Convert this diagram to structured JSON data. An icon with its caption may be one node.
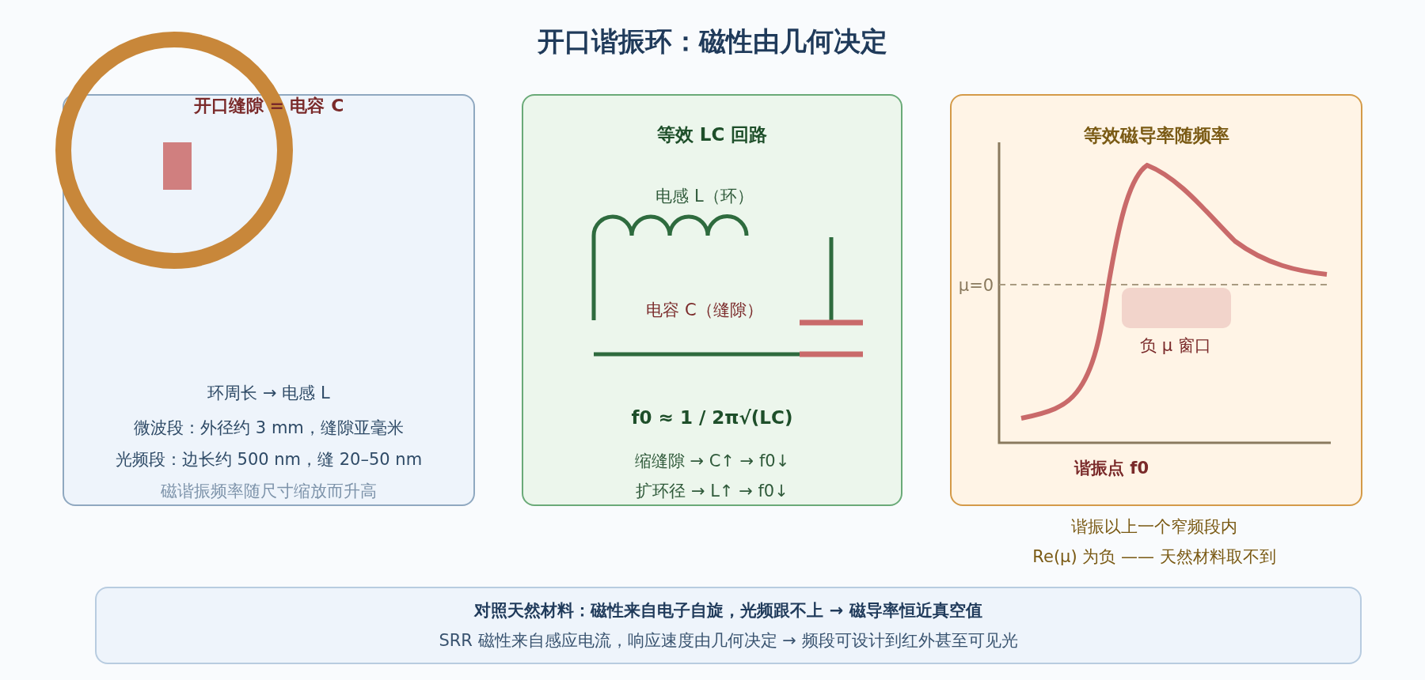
{
  "diagram": {
    "title": "开口谐振环：磁性由几何决定",
    "nodes": [
      {
        "text": [
          "开口缝隙 = 电容 C",
          "环周长 → 电感 L",
          "微波段：外径约 3 mm，缝隙亚毫米",
          "光频段：边长约 500 nm，缝 20–50 nm",
          "磁谐振频率随尺寸缩放而升高"
        ]
      },
      {
        "text": [
          "等效 LC 回路",
          "f0 ≈ 1 / 2π√(LC)",
          "缩缝隙 → C↑ → f0↓",
          "扩环径 → L↑ → f0↓"
        ]
      },
      {
        "text": [
          "等效磁导率随频率"
        ],
        "beside": [
          "谐振以上一个窄频段内",
          "Re(μ) 为负 —— 天然材料取不到"
        ]
      },
      {
        "text": [
          "对照天然材料：磁性来自电子自旋，光频跟不上 → 磁导率恒近真空值",
          "SRR 磁性来自感应电流，响应速度由几何决定 → 频段可设计到红外甚至可见光"
        ]
      }
    ],
    "labels": [
      "电感 L（环）",
      "电容 C（缝隙）",
      "μ=0",
      "负 μ 窗口",
      "谐振点 f0"
    ]
  }
}
